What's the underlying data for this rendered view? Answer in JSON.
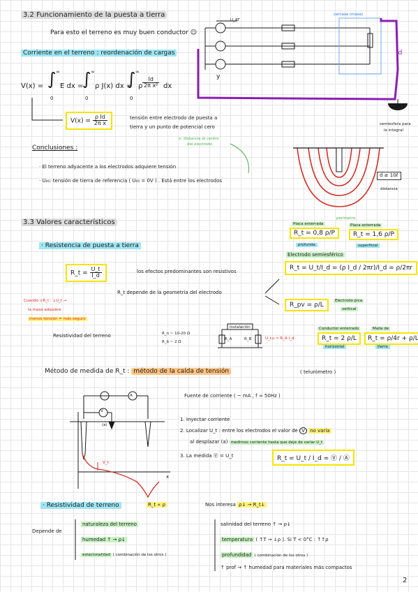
{
  "sec32": {
    "title": "3.2 Funcionamiento de la puesta a tierra",
    "intro": "Para esto el terreno es muy buen conductor ☺",
    "sub": "Corriente en el terreno : reordenación de cargas",
    "eq_lhs": "V(x) =",
    "eq_int1": "E dx =",
    "eq_int2": "ρ J(x) dx =",
    "eq_int3": "ρ",
    "eq_frac_num": "Id",
    "eq_frac_den": "2π x²",
    "eq_dx": "dx",
    "lim_top": "∞",
    "lim_bot": "0",
    "box_lhs": "V(x) =",
    "box_num": "ρ Id",
    "box_den": "2π x",
    "box_desc1": "tensión entre electrodo de puesta a",
    "box_desc2": "tierra y un punto de potencial cero",
    "dist_note1": "x: distancia al centro",
    "dist_note2": "del electrodo",
    "concl_title": "Conclusiones :",
    "concl1": "· El terreno adyacente a los electrodos adquiere tensión",
    "concl2": "· U₀₀: tensión de tierra de referencia ( U₀₀ = 0V ) . Está entre los electrodos",
    "diag_carcasa": "carcasa (masa)",
    "diag_uaf": "U_AT",
    "diag_y": "y",
    "diag_id": "Id",
    "diag_semi1": "semiesfera para",
    "diag_semi2": "la integral",
    "dist_box": "d ≥ 10ℓ",
    "dist_label": "distancia"
  },
  "sec33": {
    "title": "3.3 Valores característicos",
    "r_title": "· Resistencia de puesta a tierra",
    "r_box_lhs": "R_t =",
    "r_box_num": "U_t",
    "r_box_den": "I_d",
    "effects": "los efectos predominantes son resistivos",
    "depends": "R_t depende de la geometría del electrodo",
    "cuando": "Cuando ↓R_t : ↓U_t →",
    "masa": "la masa adquiere",
    "menos": "menos tensión = más seguro",
    "placa_label": "Placa enterrada",
    "placa_eq": "R_t = 0,8 ρ/P",
    "perimetro": "perímetro",
    "profunda": "profunda",
    "placa2_label": "Placa enterrada",
    "placa2_eq": "R_t = 1,6 ρ/P",
    "superficial": "superficial",
    "semi_label": "Electrodo semiesférico",
    "semi_eq1": "R_t = U_t/I_d = (ρ I_d / 2πr)/I_d = ρ/2πr",
    "pica_eq": "R_pv = ρ/L",
    "pica_label1": "Electrodo pica",
    "pica_label2": "vertical",
    "cond_label": "Conductor enterrado",
    "cond_eq": "R_t = 2 ρ/L",
    "horizontal": "horizontal",
    "malla_label": "Malla de",
    "malla_eq": "R_t = ρ/4r + ρ/L",
    "tierra": "tierra",
    "resist_label": "Resistividad del terreno",
    "rn_line1": "R_n ~ 10-20 Ω",
    "rn_line2": "R_b ~ 2 Ω",
    "inst": "instalación",
    "ra": "R_A",
    "rb": "R_B",
    "uca": "U_cu ≈ R_A I_d",
    "metodo": "Método de medida de R_t :",
    "metodo_hl": "método de la caída de tensión",
    "telurometro": "( telurómetro )",
    "fuente": "Fuente de corriente ( ~ mA , f ≈ 50Hz )",
    "step1": "1. Inyectar corriente",
    "step2a": "2. Localizar U_t : entre los electrodos el valor de",
    "step2v": "V",
    "step2b": "no varía",
    "step2c": "al desplazar (a)",
    "step2d": "medimos corriente hasta que deje de variar U_t",
    "step3": "3. La medida Ⓥ = U_t",
    "step3_box": "R_t = U_t / I_d = Ⓥ / Ⓐ",
    "diag_a": "A",
    "diag_v": "V",
    "diag_x": "x",
    "diag_vt": "V_t",
    "diag_aa": "(a)",
    "rho_title": "· Resistividad de terreno",
    "rho_rel": "R_t ∝ ρ",
    "nos": "Nos interesa",
    "nos_hl": "ρ↓ → R_t↓",
    "depende": "Depende de",
    "dep1": "naturaleza del terreno",
    "dep2": "humedad ↑ → ρ↓",
    "dep3": "estacionalidad",
    "dep3b": "( combinación de los otros )",
    "dep4": "salinidad del terreno ↑ → ρ↓",
    "dep5": "temperatura",
    "dep5b": "( ↑T → ↓ρ ). Si T < 0°C : ↑↑ρ",
    "dep6": "profundidad",
    "dep6b": "( combinación de los otros )",
    "dep7": "↑ prof → ↑ humedad para materiales más compactos"
  },
  "page_number": "2"
}
